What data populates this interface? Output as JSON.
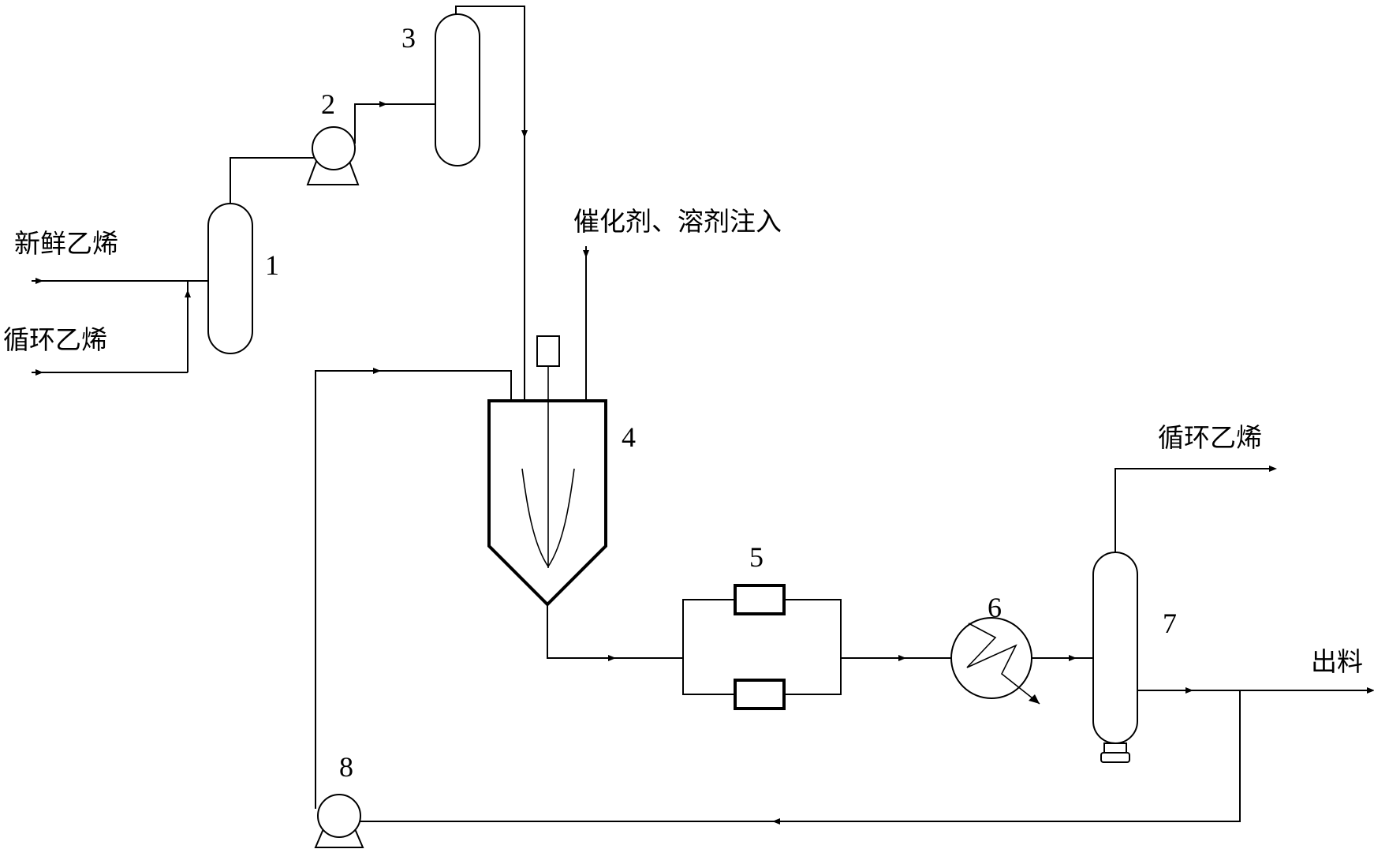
{
  "labels": {
    "fresh_ethylene": "新鲜乙烯",
    "recycle_ethylene_in": "循环乙烯",
    "catalyst_injection": "催化剂、溶剂注入",
    "recycle_ethylene_out": "循环乙烯",
    "discharge": "出料"
  },
  "equipment": {
    "n1": "1",
    "n2": "2",
    "n3": "3",
    "n4": "4",
    "n5": "5",
    "n6": "6",
    "n7": "7",
    "n8": "8"
  }
}
